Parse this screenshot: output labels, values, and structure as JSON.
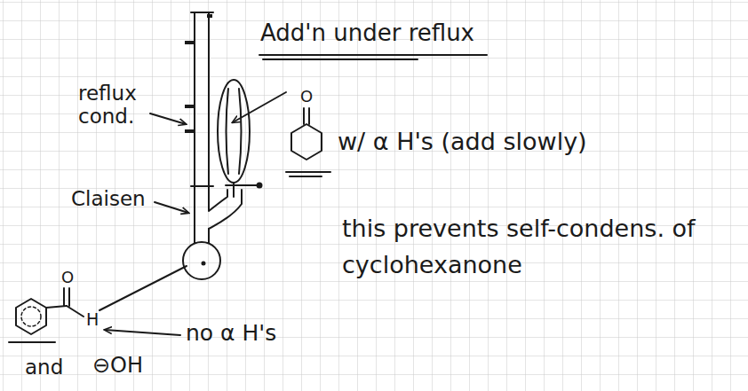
{
  "diagram": {
    "title": "Add'n under reflux",
    "labels": [
      "reflux cond.",
      "Claisen",
      "O",
      "w/ α H's (add slowly)",
      "this prevents self-condens. of cyclohexanone",
      "O",
      "H",
      "no α H's",
      "and",
      "⊖OH"
    ]
  }
}
